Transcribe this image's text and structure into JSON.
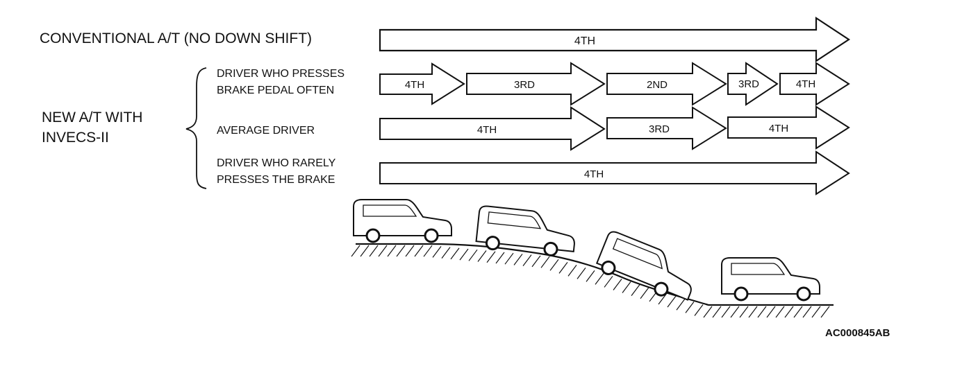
{
  "conventional": {
    "label": "CONVENTIONAL A/T (NO DOWN SHIFT)",
    "gears": [
      "4TH"
    ]
  },
  "new_at": {
    "label_line1": "NEW A/T WITH",
    "label_line2": "INVECS-II",
    "rows": [
      {
        "label_line1": "DRIVER WHO PRESSES",
        "label_line2": "BRAKE PEDAL OFTEN",
        "gears": [
          "4TH",
          "3RD",
          "2ND",
          "3RD",
          "4TH"
        ]
      },
      {
        "label_line1": "AVERAGE DRIVER",
        "label_line2": "",
        "gears": [
          "4TH",
          "3RD",
          "4TH"
        ]
      },
      {
        "label_line1": "DRIVER WHO RARELY",
        "label_line2": "PRESSES THE BRAKE",
        "gears": [
          "4TH"
        ]
      }
    ]
  },
  "figure_code": "AC000845AB",
  "colors": {
    "ink": "#111111",
    "background": "#ffffff"
  }
}
